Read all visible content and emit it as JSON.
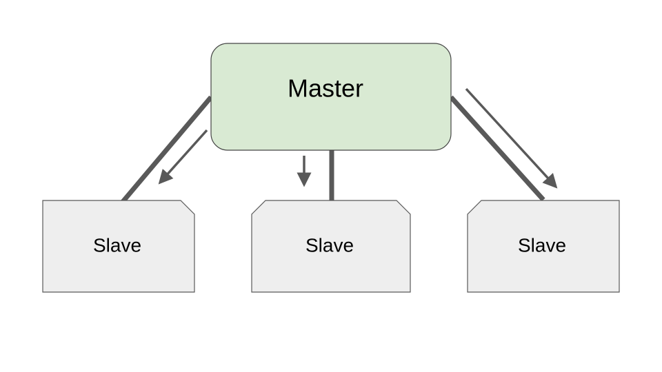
{
  "master": {
    "label": "Master",
    "fill": "#d9ead3",
    "stroke": "#444444"
  },
  "slaves": [
    {
      "label": "Slave"
    },
    {
      "label": "Slave"
    },
    {
      "label": "Slave"
    }
  ],
  "colors": {
    "slave_fill": "#eeeeee",
    "slave_stroke": "#595959",
    "connector": "#595959",
    "arrow": "#595959"
  }
}
